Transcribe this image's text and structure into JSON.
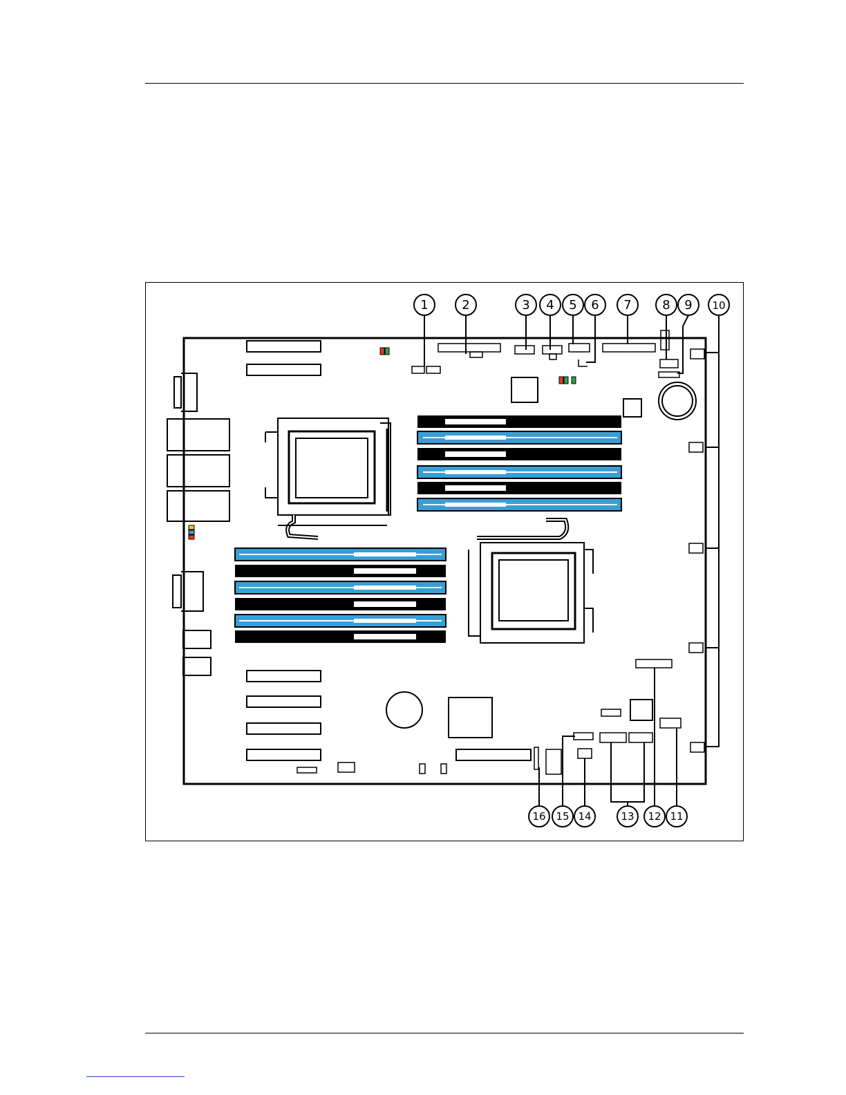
{
  "callouts": {
    "top": [
      "1",
      "2",
      "3",
      "4",
      "5",
      "6",
      "7",
      "8",
      "9",
      "10"
    ],
    "bottom": [
      "16",
      "15",
      "14",
      "13",
      "12",
      "11"
    ]
  },
  "colors": {
    "dimm_blue": "#3a9ed6",
    "dimm_black": "#000000",
    "led_red": "#e03a2a",
    "led_green": "#2fa24a",
    "led_yellow": "#f2c21d",
    "led_blue": "#3a9ed6",
    "footer_link": "#1a3fcf"
  },
  "icons": [
    "cpu-socket-icon",
    "dimm-slot-icon",
    "pcie-slot-icon",
    "sata-port-icon",
    "battery-icon",
    "pin-header-icon"
  ]
}
